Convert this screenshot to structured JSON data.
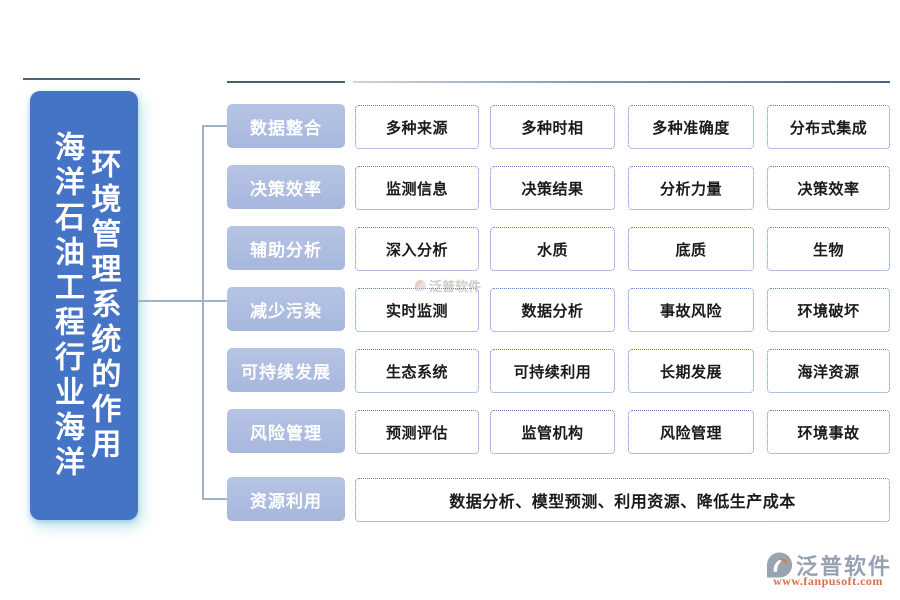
{
  "title_box": {
    "column1": "海洋石油工程行业海洋",
    "column2": "环境管理系统的作用"
  },
  "rows": [
    {
      "label": "数据整合",
      "items": [
        "多种来源",
        "多种时相",
        "多种准确度",
        "分布式集成"
      ]
    },
    {
      "label": "决策效率",
      "items": [
        "监测信息",
        "决策结果",
        "分析力量",
        "决策效率"
      ]
    },
    {
      "label": "辅助分析",
      "items": [
        "深入分析",
        "水质",
        "底质",
        "生物"
      ]
    },
    {
      "label": "减少污染",
      "items": [
        "实时监测",
        "数据分析",
        "事故风险",
        "环境破坏"
      ]
    },
    {
      "label": "可持续发展",
      "items": [
        "生态系统",
        "可持续利用",
        "长期发展",
        "海洋资源"
      ]
    },
    {
      "label": "风险管理",
      "items": [
        "预测评估",
        "监管机构",
        "风险管理",
        "环境事故"
      ]
    },
    {
      "label": "资源利用",
      "items": [
        "数据分析、模型预测、利用资源、降低生产成本"
      ]
    }
  ],
  "watermark": "泛普软件",
  "footer": {
    "brand": "泛普软件",
    "url": "www.fanpusoft.com"
  },
  "colors": {
    "title_box_bg": "#4573c6",
    "category_bg": "#aebce0",
    "item_border": "#5f83bd",
    "item_text": "#1a1a1a",
    "connector": "#a3b2c6",
    "top_line_dark": "#4a5f77",
    "brand_gray": "#97a1b3",
    "brand_orange": "#d96f4b"
  }
}
